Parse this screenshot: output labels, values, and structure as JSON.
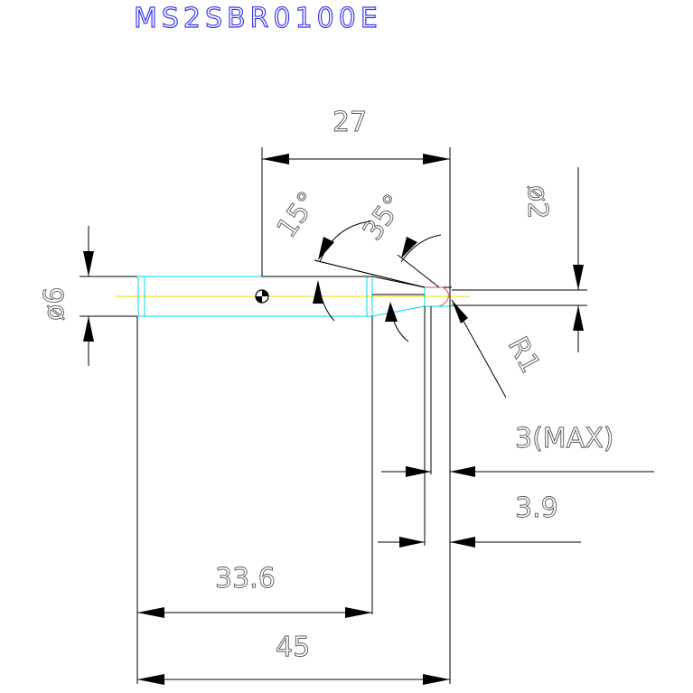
{
  "drawing": {
    "title": "MS2SBR0100E",
    "part_id": "MS2SBR0100E",
    "dimensions": {
      "overall_length": "45",
      "neck_start_length": "33.6",
      "shank_to_tip_length": "27",
      "shank_diameter": "ø6",
      "tip_diameter": "ø2",
      "taper_angle_1": "15°",
      "taper_angle_2": "35°",
      "corner_radius": "R1",
      "flute_length": "3(MAX)",
      "neck_length": "3.9"
    },
    "colors": {
      "dimension_line": "#000000",
      "dimension_text": "#555555",
      "title_text": "#3a3af0",
      "outline": "#00d8f0",
      "centerline": "#e8e000",
      "tip": "#e05050"
    }
  }
}
